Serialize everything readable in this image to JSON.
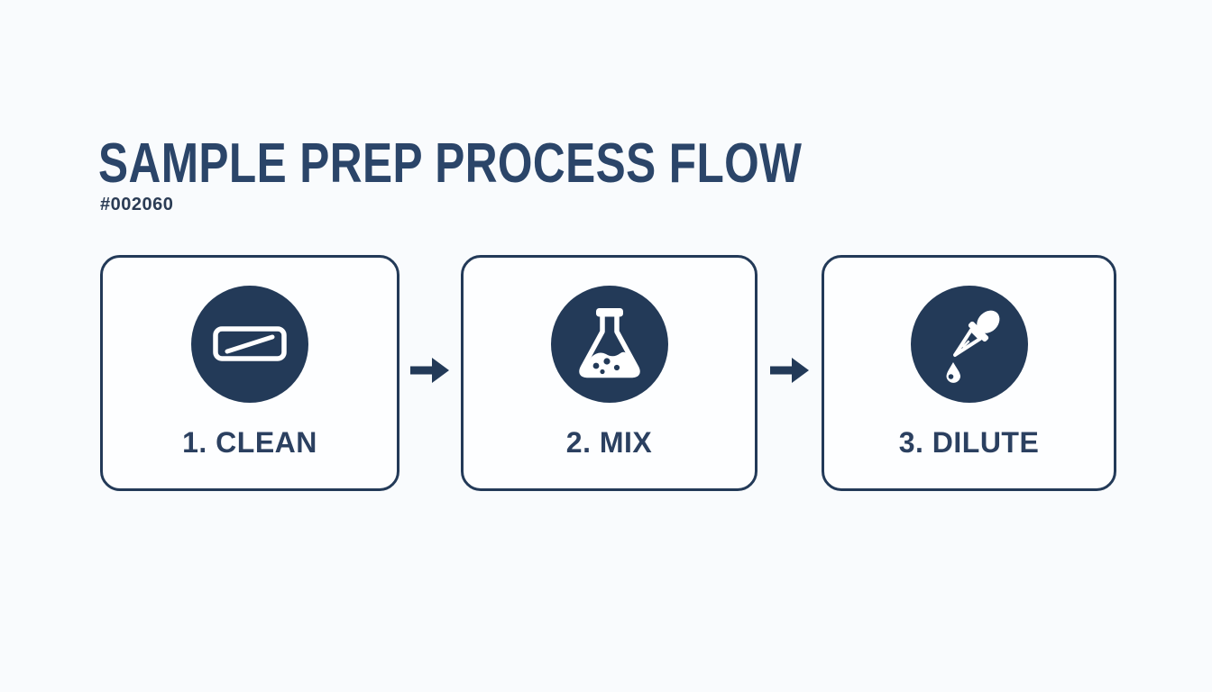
{
  "header": {
    "title": "SAMPLE PREP PROCESS FLOW",
    "subtitle": "#002060"
  },
  "colors": {
    "navy": "#233A58",
    "title_text": "#2B4569",
    "label_text": "#2B4060",
    "icon_foreground": "#FFFFFF",
    "card_background": "#FDFEFF",
    "page_background": "#F9FBFD"
  },
  "flow": {
    "steps": [
      {
        "number": "1",
        "label": "1. CLEAN",
        "icon": "microscope-slide-icon"
      },
      {
        "number": "2",
        "label": "2. MIX",
        "icon": "flask-icon"
      },
      {
        "number": "3",
        "label": "3. DILUTE",
        "icon": "dropper-icon"
      }
    ],
    "connector": "arrow-right"
  }
}
